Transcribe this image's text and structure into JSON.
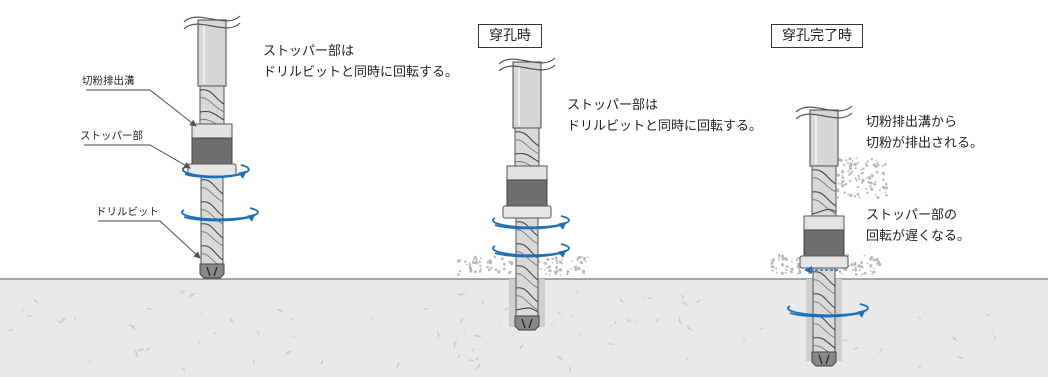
{
  "colors": {
    "background": "#ffffff",
    "ground": "#e9e9e9",
    "ground_edge": "#777777",
    "drill_body": "#d6d6d6",
    "drill_stroke": "#555555",
    "stopper_dark": "#6e6e6e",
    "rotation_arrow": "#1f6fb5",
    "dust": "#b9b9b9"
  },
  "panel1": {
    "label_flute": "切粉排出溝",
    "label_stopper": "ストッパー部",
    "label_bit": "ドリルビット",
    "caption_line1": "ストッパー部は",
    "caption_line2": "ドリルビットと同時に回転する。"
  },
  "panel2": {
    "title": "穿孔時",
    "caption_line1": "ストッパー部は",
    "caption_line2": "ドリルビットと同時に回転する。"
  },
  "panel3": {
    "title": "穿孔完了時",
    "caption_a_line1": "切粉排出溝から",
    "caption_a_line2": "切粉が排出される。",
    "caption_b_line1": "ストッパー部の",
    "caption_b_line2": "回転が遅くなる。"
  },
  "icons": {
    "rotation": "rotation-arrow-icon",
    "slow_arrow": "slow-rotation-arrow-icon",
    "break_mark": "shaft-break-mark-icon"
  }
}
